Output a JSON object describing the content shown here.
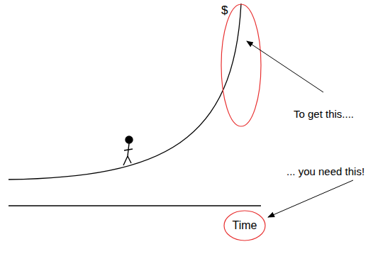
{
  "diagram": {
    "nodes": [
      {
        "text": [
          "Time"
        ]
      }
    ],
    "labels": [
      "$",
      "To get this....",
      "... you need this!"
    ]
  }
}
